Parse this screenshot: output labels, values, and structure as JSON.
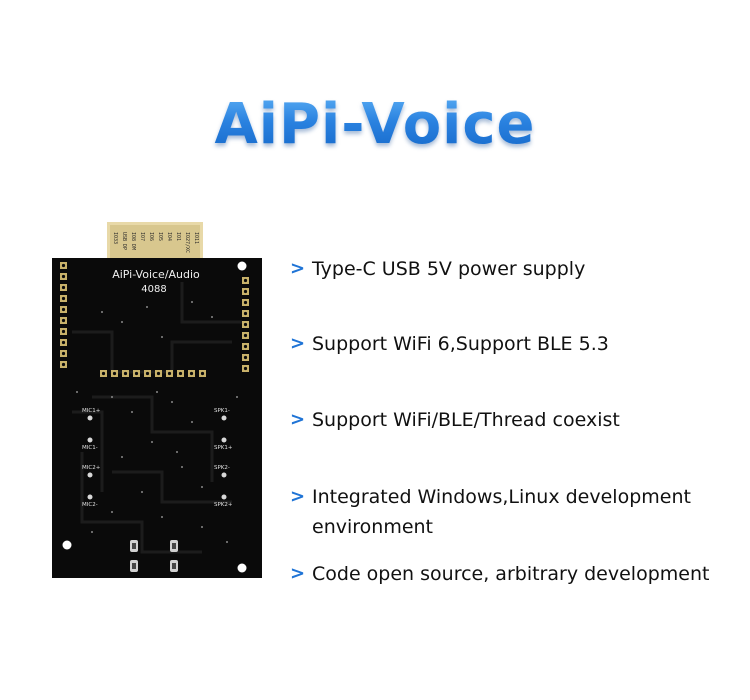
{
  "title": "AiPi-Voice",
  "board": {
    "silkscreen_name": "AiPi-Voice/Audio",
    "silkscreen_code": "4088",
    "module_pins": [
      "IO11",
      "IO27/XC",
      "IO1",
      "IO4",
      "IO5",
      "IO6",
      "IO7",
      "IO8 DM",
      "USB DP",
      "IO33"
    ],
    "labels": [
      "MIC1+",
      "MIC1-",
      "MIC2+",
      "MIC2-",
      "SPK1-",
      "SPK1+",
      "SPK2-",
      "SPK2+"
    ]
  },
  "colors": {
    "accent": "#1f74d6",
    "title_top": "#5db0f5",
    "title_bottom": "#1366c8",
    "board": "#0a0a0a"
  },
  "features": [
    {
      "icon": "chevron-right",
      "text": "Type-C USB 5V power supply"
    },
    {
      "icon": "chevron-right",
      "text": "Support WiFi 6,Support BLE 5.3"
    },
    {
      "icon": "chevron-right",
      "text": "Support WiFi/BLE/Thread coexist"
    },
    {
      "icon": "chevron-right",
      "text": "Integrated Windows,Linux development environment"
    },
    {
      "icon": "chevron-right",
      "text": "Code open source, arbitrary development"
    }
  ]
}
